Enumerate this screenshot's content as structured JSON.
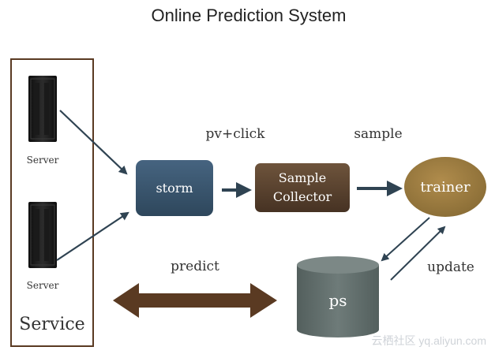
{
  "title": "Online Prediction System",
  "service": {
    "label": "Service",
    "servers": [
      {
        "label": "Server"
      },
      {
        "label": "Server"
      }
    ]
  },
  "nodes": {
    "storm": "storm",
    "collector_line1": "Sample",
    "collector_line2": "Collector",
    "trainer": "trainer",
    "ps": "ps"
  },
  "edge_labels": {
    "pv_click": "pv+click",
    "sample": "sample",
    "predict": "predict",
    "update": "update"
  },
  "watermark": "云栖社区 yq.aliyun.com",
  "colors": {
    "storm": "#38546a",
    "collector": "#5a4330",
    "trainer": "#9a7a3e",
    "ps": "#63706e",
    "arrow": "#2f4352",
    "predict_arrow": "#5a3a22",
    "service_border": "#5a3a22"
  }
}
